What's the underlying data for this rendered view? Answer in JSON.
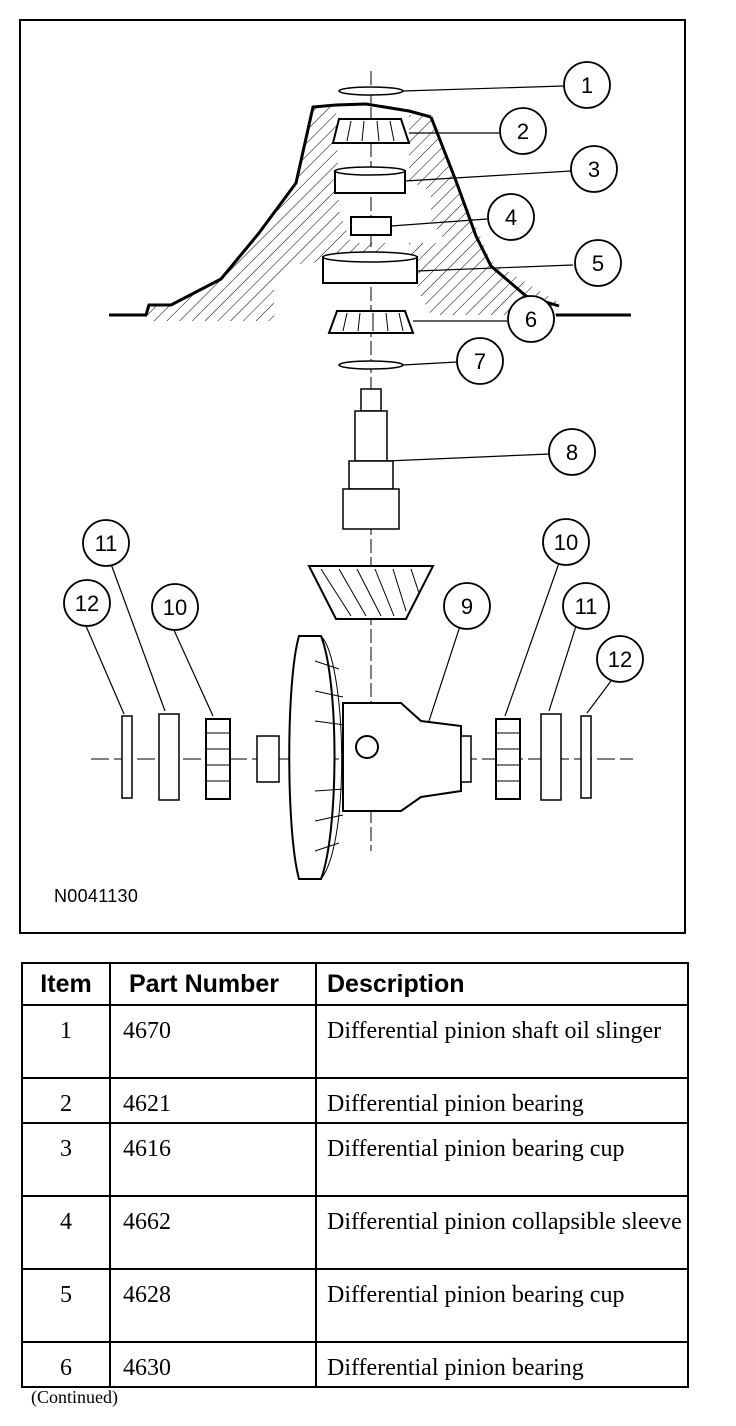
{
  "figure": {
    "id": "N0041130",
    "callouts": [
      "1",
      "2",
      "3",
      "4",
      "5",
      "6",
      "7",
      "8",
      "9",
      "10",
      "11",
      "12"
    ]
  },
  "table": {
    "headers": {
      "item": "Item",
      "part_number": "Part Number",
      "description": "Description"
    },
    "rows": [
      {
        "item": "1",
        "part_number": "4670",
        "description": "Differential pinion shaft oil slinger"
      },
      {
        "item": "2",
        "part_number": "4621",
        "description": "Differential pinion bearing"
      },
      {
        "item": "3",
        "part_number": "4616",
        "description": "Differential pinion bearing cup"
      },
      {
        "item": "4",
        "part_number": "4662",
        "description": "Differential pinion collapsible sleeve"
      },
      {
        "item": "5",
        "part_number": "4628",
        "description": "Differential pinion bearing cup"
      },
      {
        "item": "6",
        "part_number": "4630",
        "description": "Differential pinion bearing"
      }
    ]
  },
  "footer": {
    "continued": "(Continued)"
  }
}
